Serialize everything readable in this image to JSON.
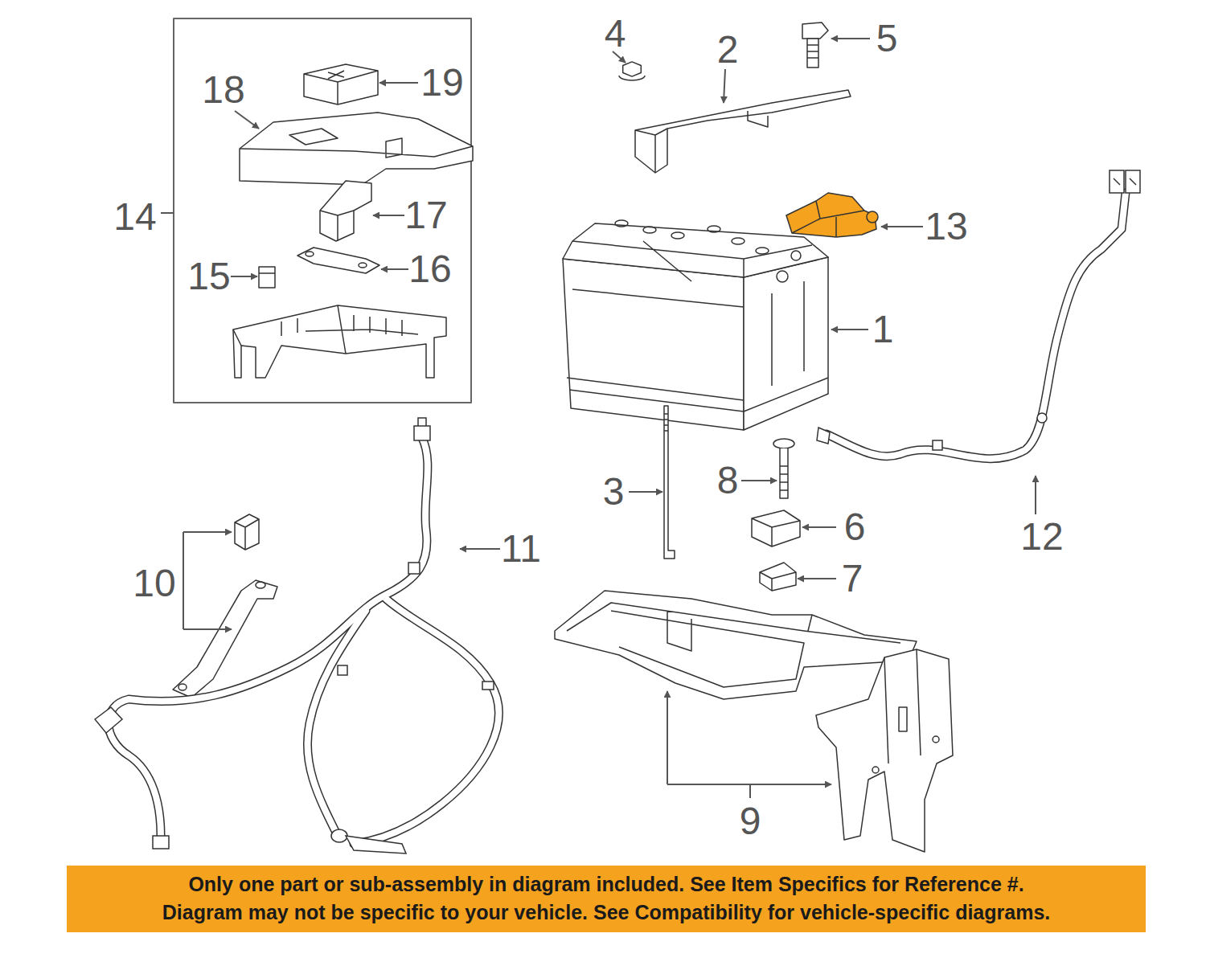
{
  "diagram": {
    "nodes": [
      {
        "text": [
          "Only one part or sub-assembly in diagram included. See Item Specifics for Reference #.",
          "Diagram may not be specific to your vehicle. See Compatibility for vehicle-specific diagrams."
        ]
      }
    ],
    "labels": [
      "19",
      "18",
      "14",
      "17",
      "15",
      "16",
      "4",
      "2",
      "5",
      "13",
      "1",
      "3",
      "8",
      "6",
      "12",
      "11",
      "10",
      "7",
      "9"
    ]
  }
}
